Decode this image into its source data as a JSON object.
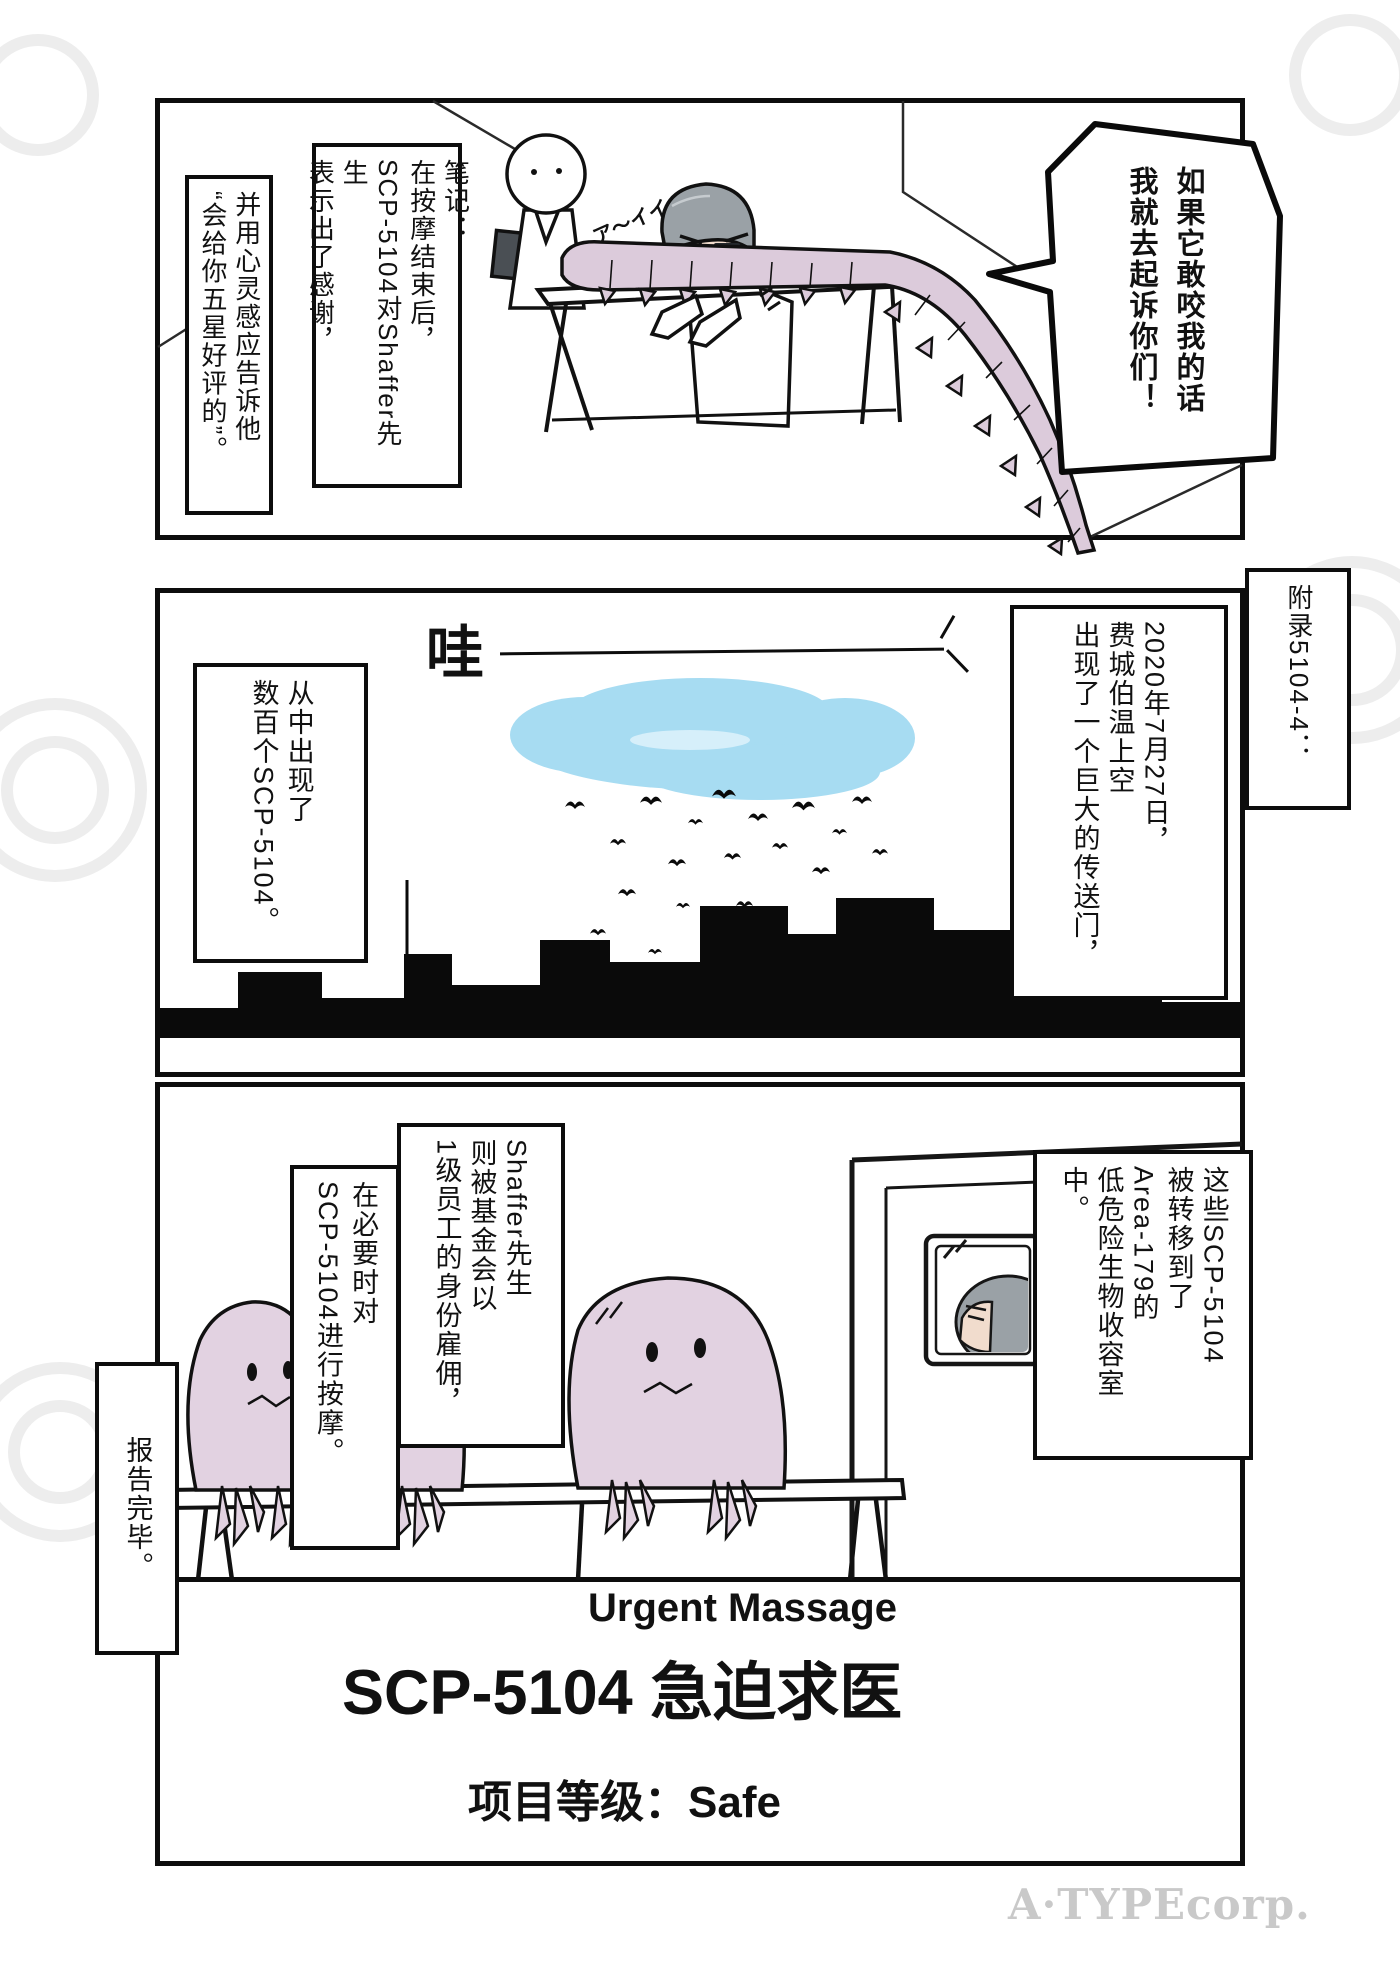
{
  "page": {
    "watermark": "A·TYPEcorp."
  },
  "panel1": {
    "note1": {
      "lines": [
        "笔记：",
        "在按摩结束后，",
        "SCP-5104对Shaffer先生",
        "表示出了感谢，"
      ]
    },
    "note2": {
      "lines": [
        "并用心灵感应告诉他",
        "“会给你五星好评的”。"
      ]
    },
    "speech": {
      "lines": [
        "如果它敢咬我的话",
        "我就去起诉你们！"
      ]
    },
    "sfx": "ア～イイ"
  },
  "panel2": {
    "appendix": "附录5104-4：",
    "caption_right": {
      "lines": [
        "2020年7月27日，",
        "费城伯温上空",
        "出现了一个巨大的传送门，"
      ]
    },
    "caption_left": {
      "lines": [
        "从中出现了",
        "数百个SCP-5104。"
      ]
    },
    "sfx": "哇"
  },
  "panel3": {
    "caption_right": {
      "lines": [
        "这些SCP-5104",
        "被转移到了",
        "Area-179的",
        "低危险生物收容室中。"
      ]
    },
    "caption_mid_a": {
      "lines": [
        "Shaffer先生",
        "则被基金会以",
        "1级员工的身份雇佣，"
      ]
    },
    "caption_mid_b": {
      "lines": [
        "在必要时对",
        "SCP-5104进行按摩。"
      ]
    },
    "caption_left": {
      "lines": [
        "报告完毕。"
      ]
    }
  },
  "title_block": {
    "subtitle_en": "Urgent Massage",
    "title": "SCP-5104 急迫求医",
    "object_class": "项目等级：Safe"
  }
}
